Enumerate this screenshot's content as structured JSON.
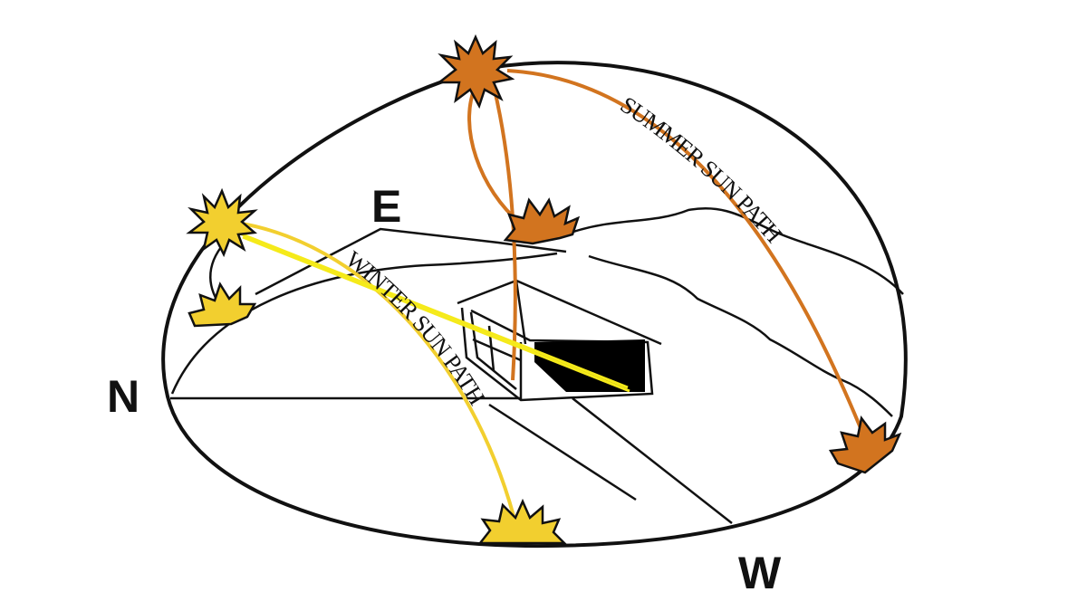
{
  "compass": {
    "north": "N",
    "east": "E",
    "west": "W"
  },
  "paths": {
    "summer_label": "SUMMER SUN PATH",
    "winter_label": "WINTER SUN PATH"
  },
  "colors": {
    "summer": "#d2741f",
    "winter": "#f2cf2f",
    "ray": "#f5ea1a",
    "outline": "#111111"
  }
}
